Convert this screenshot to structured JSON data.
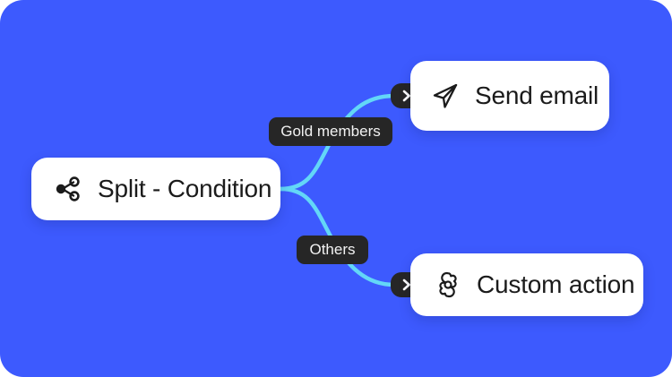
{
  "canvas": {
    "background_color": "#3d5afe",
    "edge_color": "#63d7f7",
    "pill_color": "#262626",
    "card_color": "#ffffff",
    "text_color": "#1b1b1b"
  },
  "nodes": [
    {
      "id": "split",
      "label": "Split - Condition",
      "icon": "share-split-icon"
    },
    {
      "id": "send",
      "label": "Send email",
      "icon": "send-paper-plane-icon"
    },
    {
      "id": "custom",
      "label": "Custom action",
      "icon": "gear-icon"
    }
  ],
  "edges": [
    {
      "id": "gold",
      "label": "Gold members",
      "from": "split",
      "to": "send",
      "port_icon": "chevron-right-icon"
    },
    {
      "id": "others",
      "label": "Others",
      "from": "split",
      "to": "custom",
      "port_icon": "chevron-right-icon"
    }
  ]
}
